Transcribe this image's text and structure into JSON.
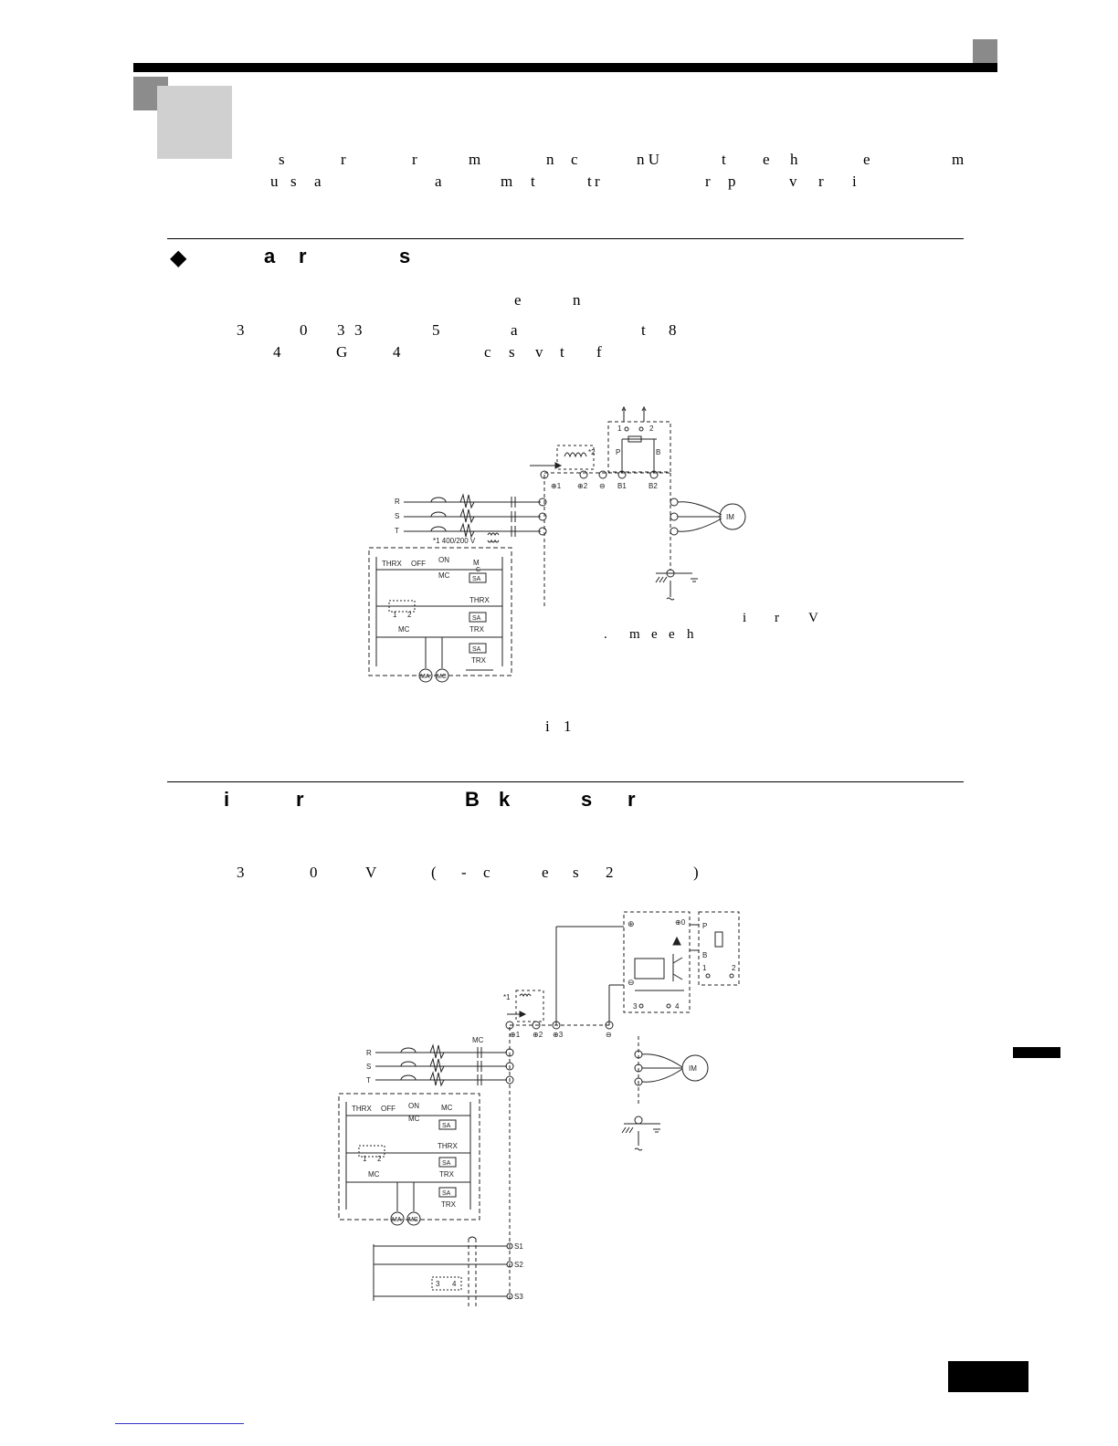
{
  "header": {
    "intro_line1": [
      "s",
      "r",
      "r",
      "m",
      "n",
      "c",
      "n U",
      "t",
      "e",
      "h",
      "e",
      "m"
    ],
    "intro_line2": [
      "u",
      "s",
      "a",
      "a",
      "m",
      "t",
      "t",
      "r",
      "r",
      "p",
      "v",
      "r",
      "i"
    ]
  },
  "section1": {
    "heading_marker": "◆",
    "heading": [
      "a",
      "r",
      "s"
    ],
    "para_line1": [
      "e",
      "n"
    ],
    "para_line2": [
      "3",
      "0",
      "3",
      "3",
      "5",
      "a",
      "t",
      "8"
    ],
    "para_line3": [
      "4",
      "G",
      "4",
      "c",
      "s",
      "v",
      "t",
      "f"
    ],
    "note_line1": [
      "i",
      "r",
      "V"
    ],
    "note_line2": [
      ".",
      "m",
      "e",
      "e",
      "h"
    ],
    "figure_caption": [
      "i",
      "1"
    ]
  },
  "section2": {
    "heading": [
      "i",
      "r",
      "B",
      "k",
      "s",
      "r"
    ],
    "para_line1": [
      "3",
      "0",
      "V",
      "(",
      "-",
      "c",
      "e",
      "s",
      "2",
      ")"
    ]
  },
  "diagram1": {
    "phases": [
      "R",
      "S",
      "T"
    ],
    "transformer_label": "*1  400/200 V",
    "terminals_dc": [
      "⊕1",
      "⊕2",
      "⊖",
      "B1",
      "B2"
    ],
    "reactor_note": "*2",
    "resistor_unit": {
      "labels": [
        "1",
        "2",
        "P",
        "B"
      ]
    },
    "motor": "IM",
    "control": {
      "thrx": "THRX",
      "off": "OFF",
      "on": "ON",
      "m": "M",
      "c": "C",
      "mc": "MC",
      "sa": "SA",
      "trx": "TRX",
      "relay_12": [
        "1",
        "2"
      ],
      "ma": "MA",
      "mc_coil": "MC"
    }
  },
  "diagram2": {
    "phases": [
      "R",
      "S",
      "T"
    ],
    "mc_label": "MC",
    "terminals_dc": [
      "⊕1",
      "⊕2",
      "⊕3",
      "⊖"
    ],
    "note": "*1",
    "braking_unit": {
      "plus": "⊕",
      "minus": "⊖",
      "p0": "⊕0",
      "p": "P",
      "b": "B",
      "t34": [
        "3",
        "4"
      ],
      "t12": [
        "1",
        "2"
      ]
    },
    "motor": "IM",
    "control": {
      "thrx": "THRX",
      "off": "OFF",
      "on": "ON",
      "mc": "MC",
      "sa": "SA",
      "trx": "TRX",
      "relay_12": [
        "1",
        "2"
      ],
      "ma": "MA",
      "mc_coil": "MC"
    },
    "seq_inputs": [
      "S1",
      "S2",
      "S3"
    ],
    "relay_34": [
      "3",
      "4"
    ]
  }
}
